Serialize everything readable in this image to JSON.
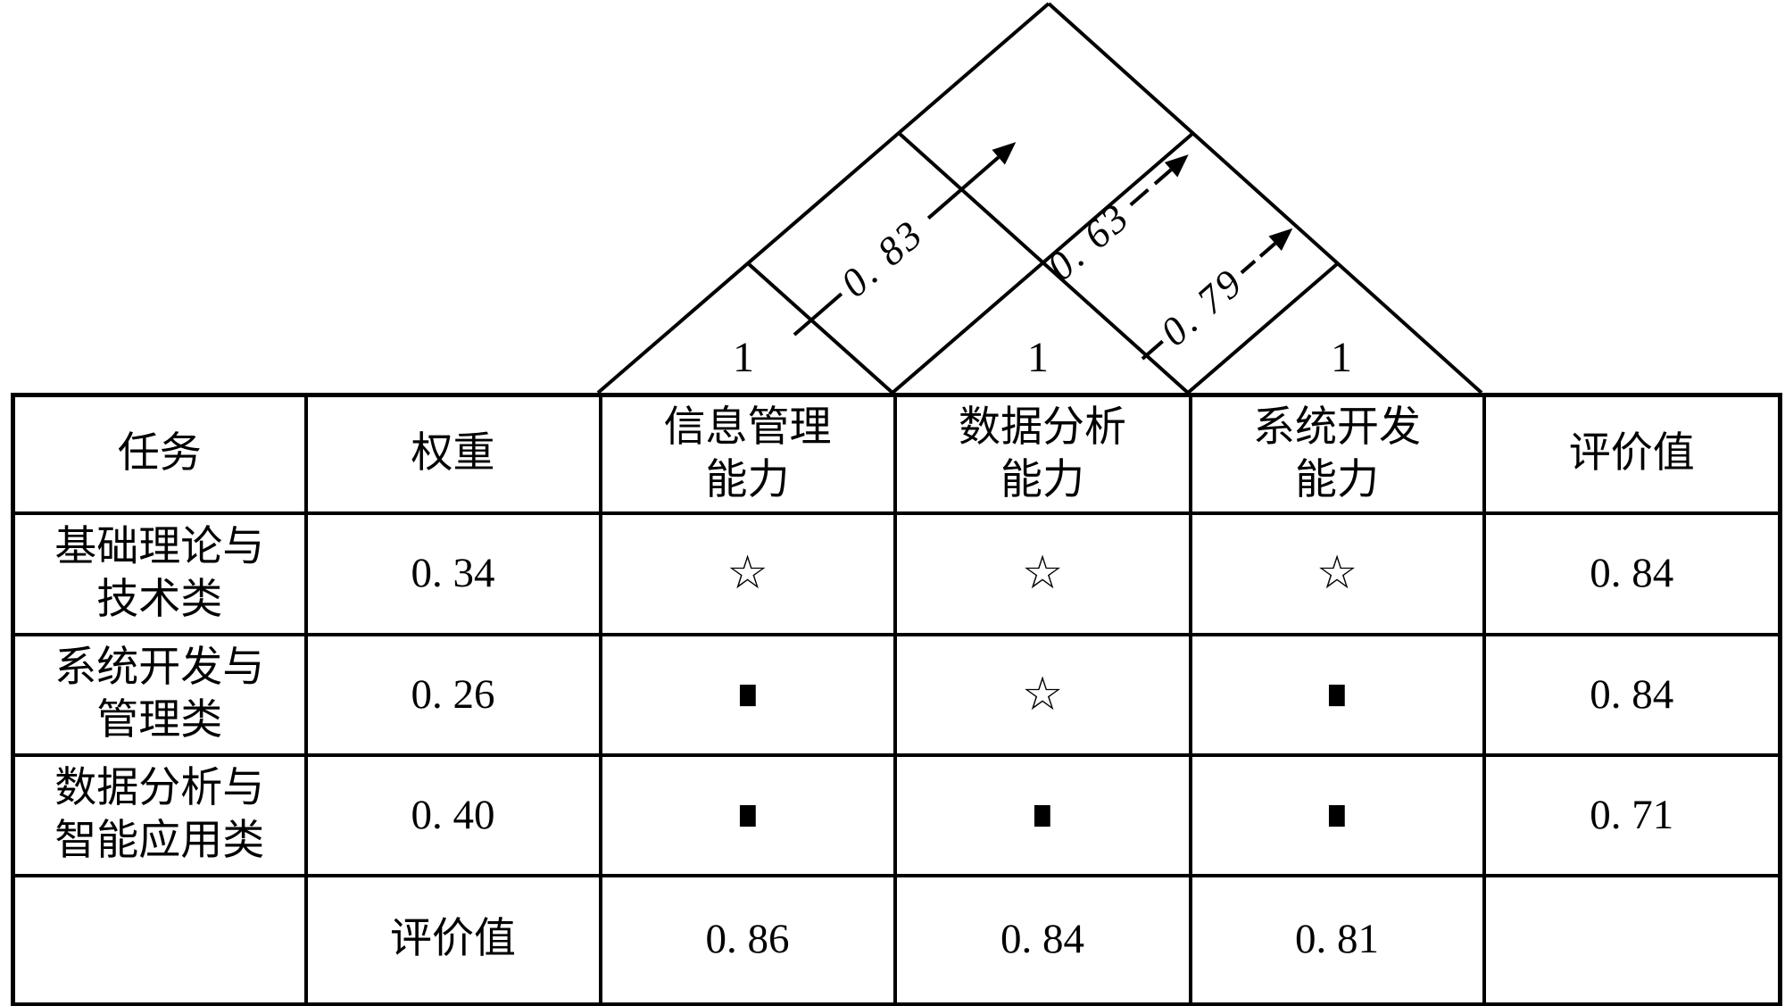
{
  "figure": {
    "kind": "house-of-quality-evaluation",
    "roof": {
      "diagonal_ones": [
        "1",
        "1",
        "1"
      ],
      "correlations": [
        {
          "between": "信息管理能力-数据分析能力",
          "label": "0. 83"
        },
        {
          "between": "信息管理能力-系统开发能力",
          "label": "0. 63"
        },
        {
          "between": "数据分析能力-系统开发能力",
          "label": "0. 79"
        }
      ]
    },
    "table": {
      "headers": [
        "任务",
        "权重",
        "信息管理\n能力",
        "数据分析\n能力",
        "系统开发\n能力",
        "评价值"
      ],
      "rows": [
        [
          "基础理论与\n技术类",
          "0. 34",
          "☆",
          "☆",
          "☆",
          "0. 84"
        ],
        [
          "系统开发与\n管理类",
          "0. 26",
          "■",
          "☆",
          "■",
          "0. 84"
        ],
        [
          "数据分析与\n智能应用类",
          "0. 40",
          "■",
          "■",
          "■",
          "0. 71"
        ],
        [
          "",
          "评价值",
          "0. 86",
          "0. 84",
          "0. 81",
          ""
        ]
      ],
      "symbols": {
        "strong_relation": "☆",
        "relation": "■"
      }
    }
  }
}
